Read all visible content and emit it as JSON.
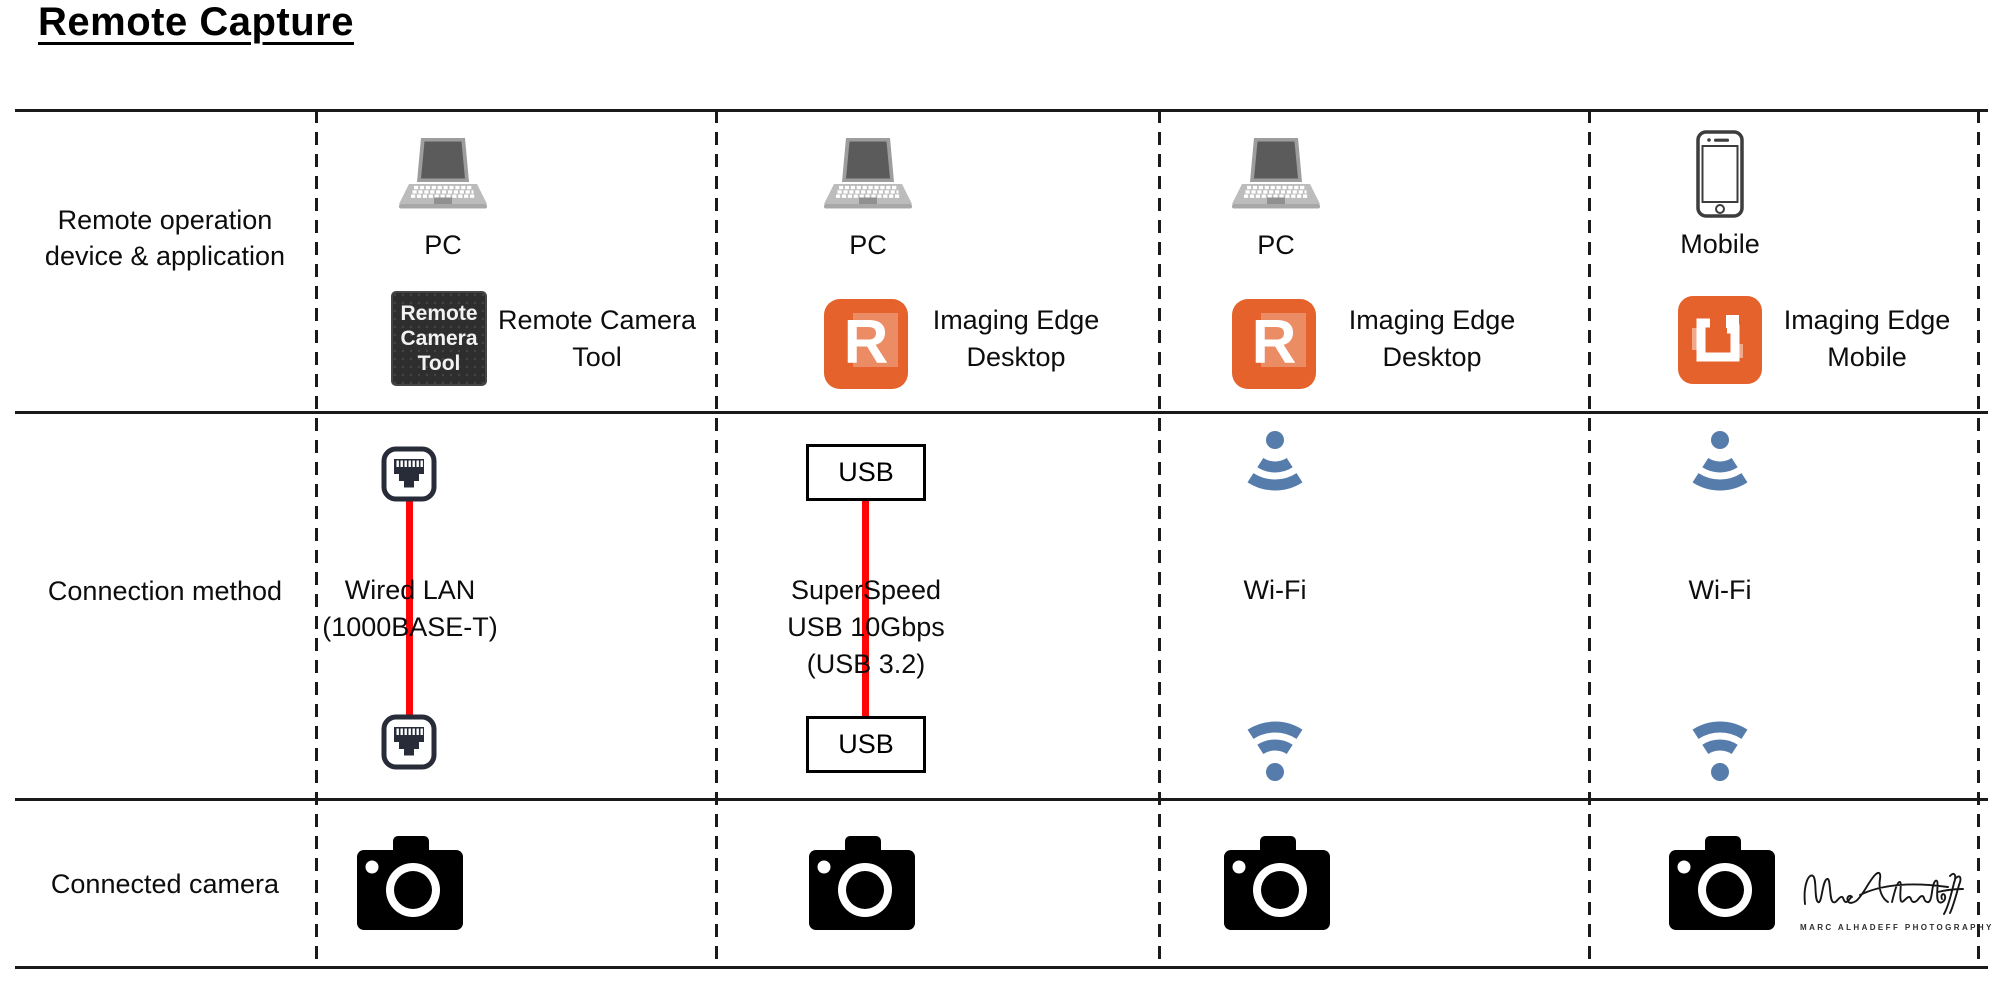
{
  "title": "Remote Capture",
  "row_labels": {
    "row1_line1": "Remote operation",
    "row1_line2": "device & application",
    "row2": "Connection method",
    "row3": "Connected camera"
  },
  "columns": [
    {
      "device_label": "PC",
      "app_icon_line1": "Remote",
      "app_icon_line2": "Camera",
      "app_icon_line3": "Tool",
      "app_name_line1": "Remote Camera",
      "app_name_line2": "Tool",
      "connection_line1": "Wired LAN",
      "connection_line2": "(1000BASE-T)"
    },
    {
      "device_label": "PC",
      "app_icon_letter": "R",
      "app_name_line1": "Imaging Edge",
      "app_name_line2": "Desktop",
      "usb_label": "USB",
      "connection_line1": "SuperSpeed",
      "connection_line2": "USB 10Gbps",
      "connection_line3": "(USB 3.2)"
    },
    {
      "device_label": "PC",
      "app_icon_letter": "R",
      "app_name_line1": "Imaging Edge",
      "app_name_line2": "Desktop",
      "connection_line1": "Wi-Fi"
    },
    {
      "device_label": "Mobile",
      "app_name_line1": "Imaging Edge",
      "app_name_line2": "Mobile",
      "connection_line1": "Wi-Fi"
    }
  ],
  "signature": {
    "caption": "Marc Alhadeff Photography"
  },
  "colors": {
    "accent_orange": "#E5622D",
    "wifi_blue": "#567CAB",
    "cable_red": "#FF0505",
    "line_black": "#1A1A1A"
  }
}
